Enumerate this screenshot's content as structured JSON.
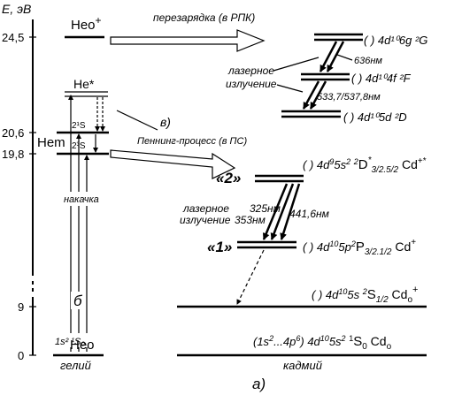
{
  "axis": {
    "label": "E, эВ",
    "ticks": [
      "24,5",
      "20,6",
      "19,8",
      "9",
      "0"
    ]
  },
  "helium": {
    "ion_label": "Heo",
    "ion_sup": "+",
    "excited_label": "He*",
    "metastable_label": "Hem",
    "state_2_1S": "2¹S",
    "state_2_3S": "2³S",
    "pump_label": "накачка",
    "letter_b": "б",
    "ground_config": "1s² ¹S₀",
    "ground_label": "Heo",
    "name": "гелий"
  },
  "cadmium": {
    "name": "кадмий",
    "ground_label": "(1s²...4p⁶) 4d¹⁰5s² ¹S₀ Cdo",
    "ion_ground_label": "( ) 4d¹⁰5s ²S₁/₂ Cdo⁺",
    "level1_marker": "«1»",
    "level1_label": "( ) 4d¹⁰5p ²P₃/₂.₁/₂ Cd⁺",
    "level2_marker": "«2»",
    "level2_label": "( ) 4d⁹5s² ²D*₃/₂.₅/₂ Cd⁺*",
    "top_G": "( ) 4d¹⁰6g ²G",
    "top_F": "( ) 4d¹⁰4f ²F",
    "top_D": "( ) 4d¹⁰5d ²D"
  },
  "annotations": {
    "charge_exchange": "перезарядка (в РПК)",
    "penning": "Пеннинг-процесс (в ПС)",
    "letter_v": "в)",
    "laser_top": "лазерное излучение",
    "wl_636": "636нм",
    "wl_533": "533,7/537,8нм",
    "laser_mid": "лазерное излучение",
    "wl_325": "325нм",
    "wl_353": "353нм",
    "wl_441": "441,6нм"
  },
  "caption": "а)"
}
